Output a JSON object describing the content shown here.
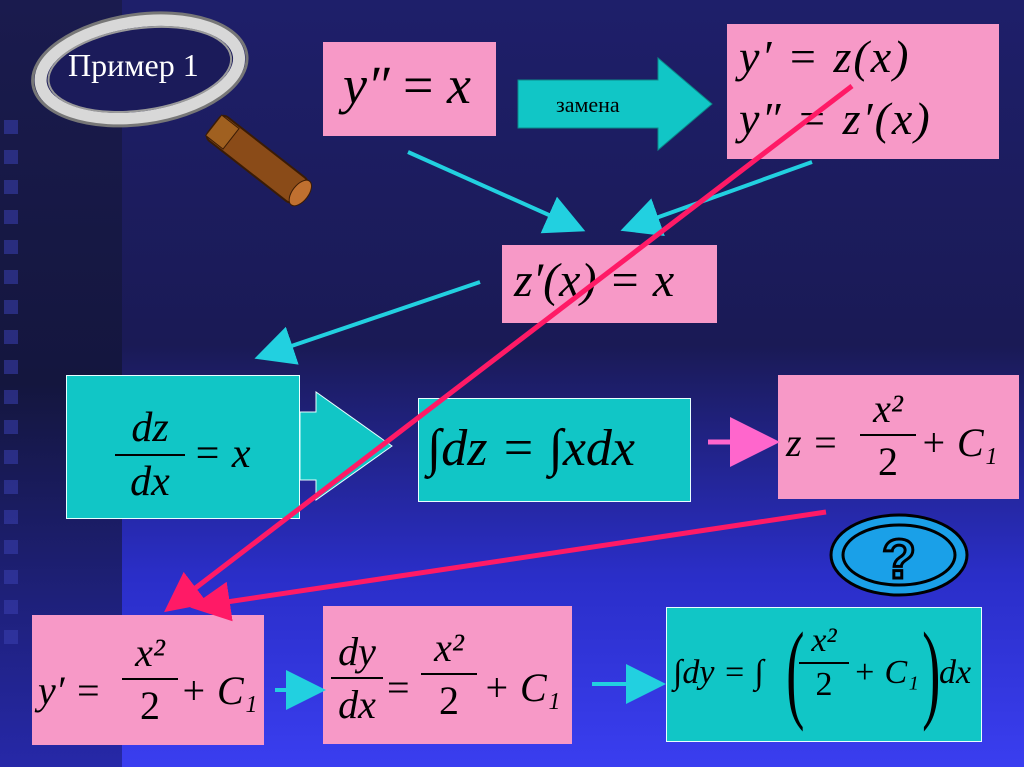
{
  "title": "Пример 1",
  "colors": {
    "pink": "#f799c7",
    "cyan": "#11c6c6",
    "arrow_cyan": "#22d0e0",
    "arrow_red": "#ff1a66",
    "arrow_magenta": "#ff66cc"
  },
  "eq_top_left": {
    "lhs": "y″",
    "op": "=",
    "rhs": "x"
  },
  "replace_arrow": {
    "label": "замена"
  },
  "eq_substitution": {
    "line1": "y′ = z(x)",
    "line2": "y″ = z′(x)"
  },
  "eq_middle": {
    "text": "z′(x) = x"
  },
  "eq_dzdx": {
    "num": "dz",
    "den": "dx",
    "rhs": "= x"
  },
  "eq_integral": {
    "text": "∫dz = ∫xdx"
  },
  "eq_z_result": {
    "lhs": "z =",
    "num": "x²",
    "den": "2",
    "rhs": "+ C₁"
  },
  "eq_yprime": {
    "lhs": "y′ =",
    "num": "x²",
    "den": "2",
    "rhs": "+ C₁"
  },
  "eq_dydx": {
    "num": "dy",
    "den": "dx",
    "eq": "=",
    "num2": "x²",
    "den2": "2",
    "rhs": "+ C₁"
  },
  "eq_final": {
    "lhs": "∫dy = ∫",
    "num": "x²",
    "den": "2",
    "mid": "+ C₁",
    "rhs": "dx"
  },
  "question_badge": {
    "icon": "question-icon",
    "text": "?"
  },
  "magnifier": {
    "icon": "magnifier-icon"
  }
}
